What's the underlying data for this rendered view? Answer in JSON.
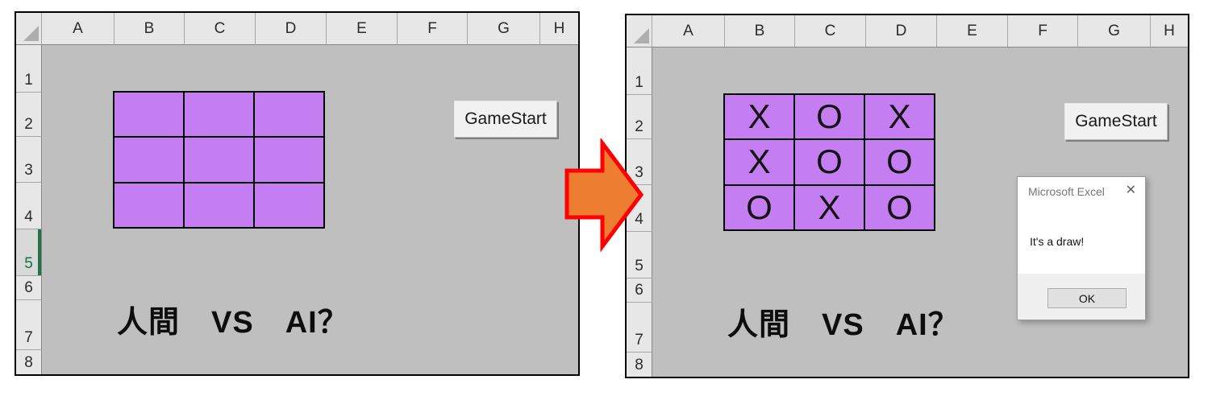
{
  "sheet": {
    "columns": [
      "A",
      "B",
      "C",
      "D",
      "E",
      "F",
      "G",
      "H"
    ],
    "rows": [
      "1",
      "2",
      "3",
      "4",
      "5",
      "6",
      "7",
      "8"
    ]
  },
  "left_panel": {
    "selected_row": "5",
    "board": [
      [
        "",
        "",
        ""
      ],
      [
        "",
        "",
        ""
      ],
      [
        "",
        "",
        ""
      ]
    ]
  },
  "right_panel": {
    "board": [
      [
        "X",
        "O",
        "X"
      ],
      [
        "X",
        "O",
        "O"
      ],
      [
        "O",
        "X",
        "O"
      ]
    ]
  },
  "buttons": {
    "game_start": "GameStart"
  },
  "captions": {
    "versus": "人間　VS　AI？"
  },
  "dialog": {
    "title": "Microsoft Excel",
    "message": "It's a draw!",
    "ok_label": "OK"
  },
  "icons": {
    "close": "✕"
  },
  "colors": {
    "board_cell_fill": "#c57ef2",
    "arrow_fill": "#ed7d31",
    "arrow_border": "#ff0000",
    "excel_green_accent": "#217346",
    "canvas_gray": "#bfbfbf",
    "header_gray": "#e7e7e7"
  }
}
